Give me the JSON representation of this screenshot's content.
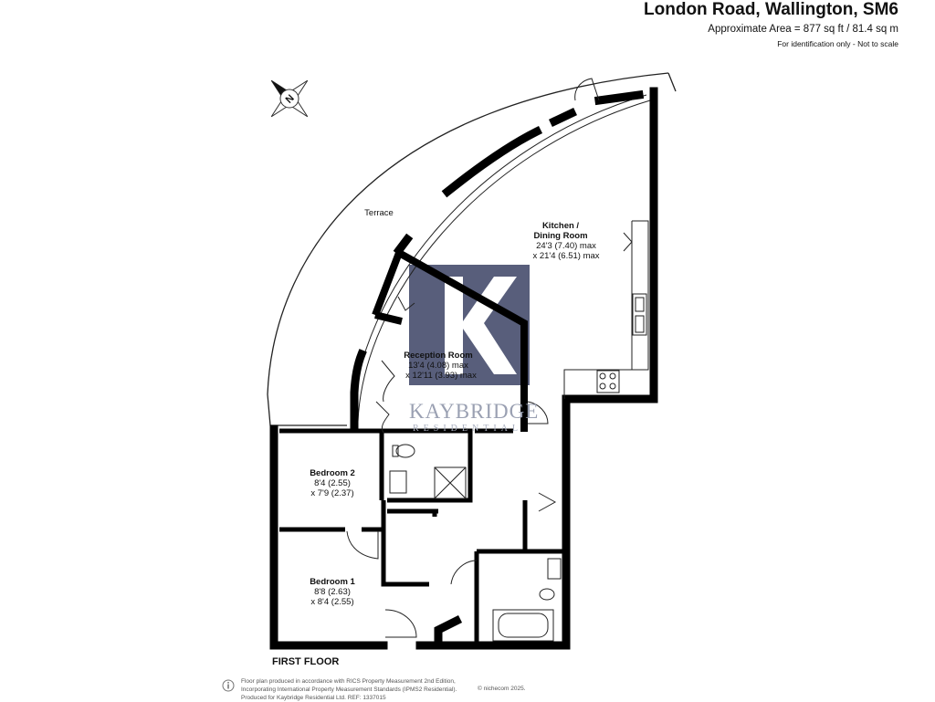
{
  "header": {
    "title": "London Road, Wallington, SM6",
    "area": "Approximate Area = 877 sq ft / 81.4 sq m",
    "note": "For identification only - Not to scale"
  },
  "rooms": {
    "terrace": {
      "name": "Terrace"
    },
    "kitchen": {
      "name1": "Kitchen /",
      "name2": "Dining Room",
      "dim1": "24'3 (7.40) max",
      "dim2": "x 21'4 (6.51) max"
    },
    "reception": {
      "name": "Reception Room",
      "dim1": "13'4 (4.08) max",
      "dim2": "x 12'11 (3.93) max"
    },
    "bedroom2": {
      "name": "Bedroom 2",
      "dim1": "8'4 (2.55)",
      "dim2": "x 7'9 (2.37)"
    },
    "bedroom1": {
      "name": "Bedroom 1",
      "dim1": "8'8 (2.63)",
      "dim2": "x 8'4 (2.55)"
    }
  },
  "compass": {
    "label": "N"
  },
  "watermark": {
    "letter": "K",
    "brand": "KAYBRIDGE",
    "sub": "RESIDENTIAL",
    "color": "#4a5170"
  },
  "floor_label": "FIRST FLOOR",
  "footer": {
    "line1": "Floor plan produced in accordance with RICS Property Measurement 2nd Edition,",
    "line2": "Incorporating International Property Measurement Standards (IPMS2 Residential).",
    "line3": "Produced for Kaybridge Residential Ltd.  REF: 1337015",
    "copyright": "© nichecom 2025."
  },
  "colors": {
    "wall": "#000000",
    "line": "#222222"
  }
}
